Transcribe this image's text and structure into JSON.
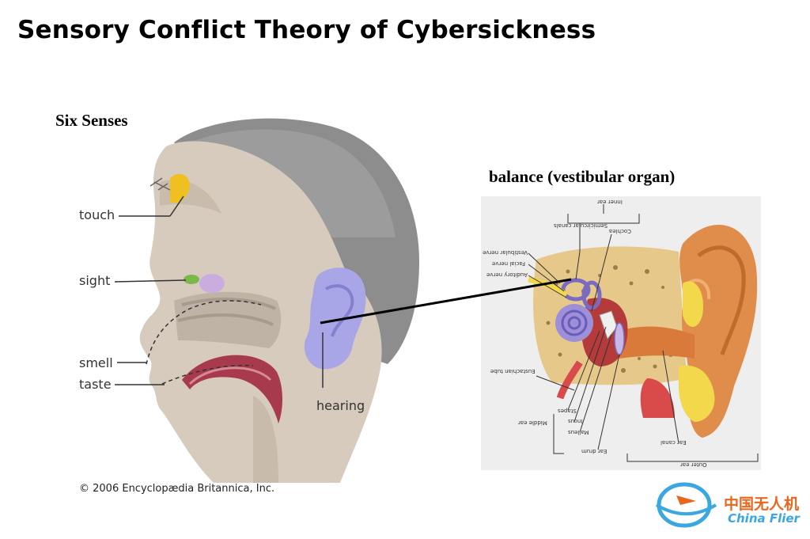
{
  "title": "Sensory Conflict Theory of Cybersickness",
  "head_figure": {
    "heading": "Six Senses",
    "labels": {
      "touch": "touch",
      "sight": "sight",
      "smell": "smell",
      "taste": "taste",
      "hearing": "hearing"
    },
    "copyright": "© 2006 Encyclopædia Britannica, Inc."
  },
  "ear_figure": {
    "heading": "balance (vestibular organ)",
    "labels": {
      "inner_ear": "Inner ear",
      "semicircular_canals": "Semicircular canals",
      "cochlea": "Cochlea",
      "vestibular_nerve": "Vestibular nerve",
      "facial_nerve": "Facial nerve",
      "auditory_nerve": "Auditory nerve",
      "eustachian_tube": "Eustachian tube",
      "middle_ear": "Middle ear",
      "stapes": "Stapes",
      "incus": "Incus",
      "malleus": "Malleus",
      "ear_drum": "Ear drum",
      "ear_canal": "Ear canal",
      "outer_ear": "Outer ear"
    }
  },
  "watermark": {
    "cn": "中国无人机",
    "en": "China Flier"
  },
  "colors": {
    "skin": "#d9cfc2",
    "hair": "#8a8a8a",
    "ear_highlight": "#a9a6e8",
    "eye": "#7ab84a",
    "touch": "#f0c020",
    "cochlea": "#9d8fd8",
    "outer_ear": "#e08c4a",
    "bone": "#e6c98a",
    "watermark_blue": "#3aa7e0",
    "watermark_orange": "#e8671c"
  }
}
